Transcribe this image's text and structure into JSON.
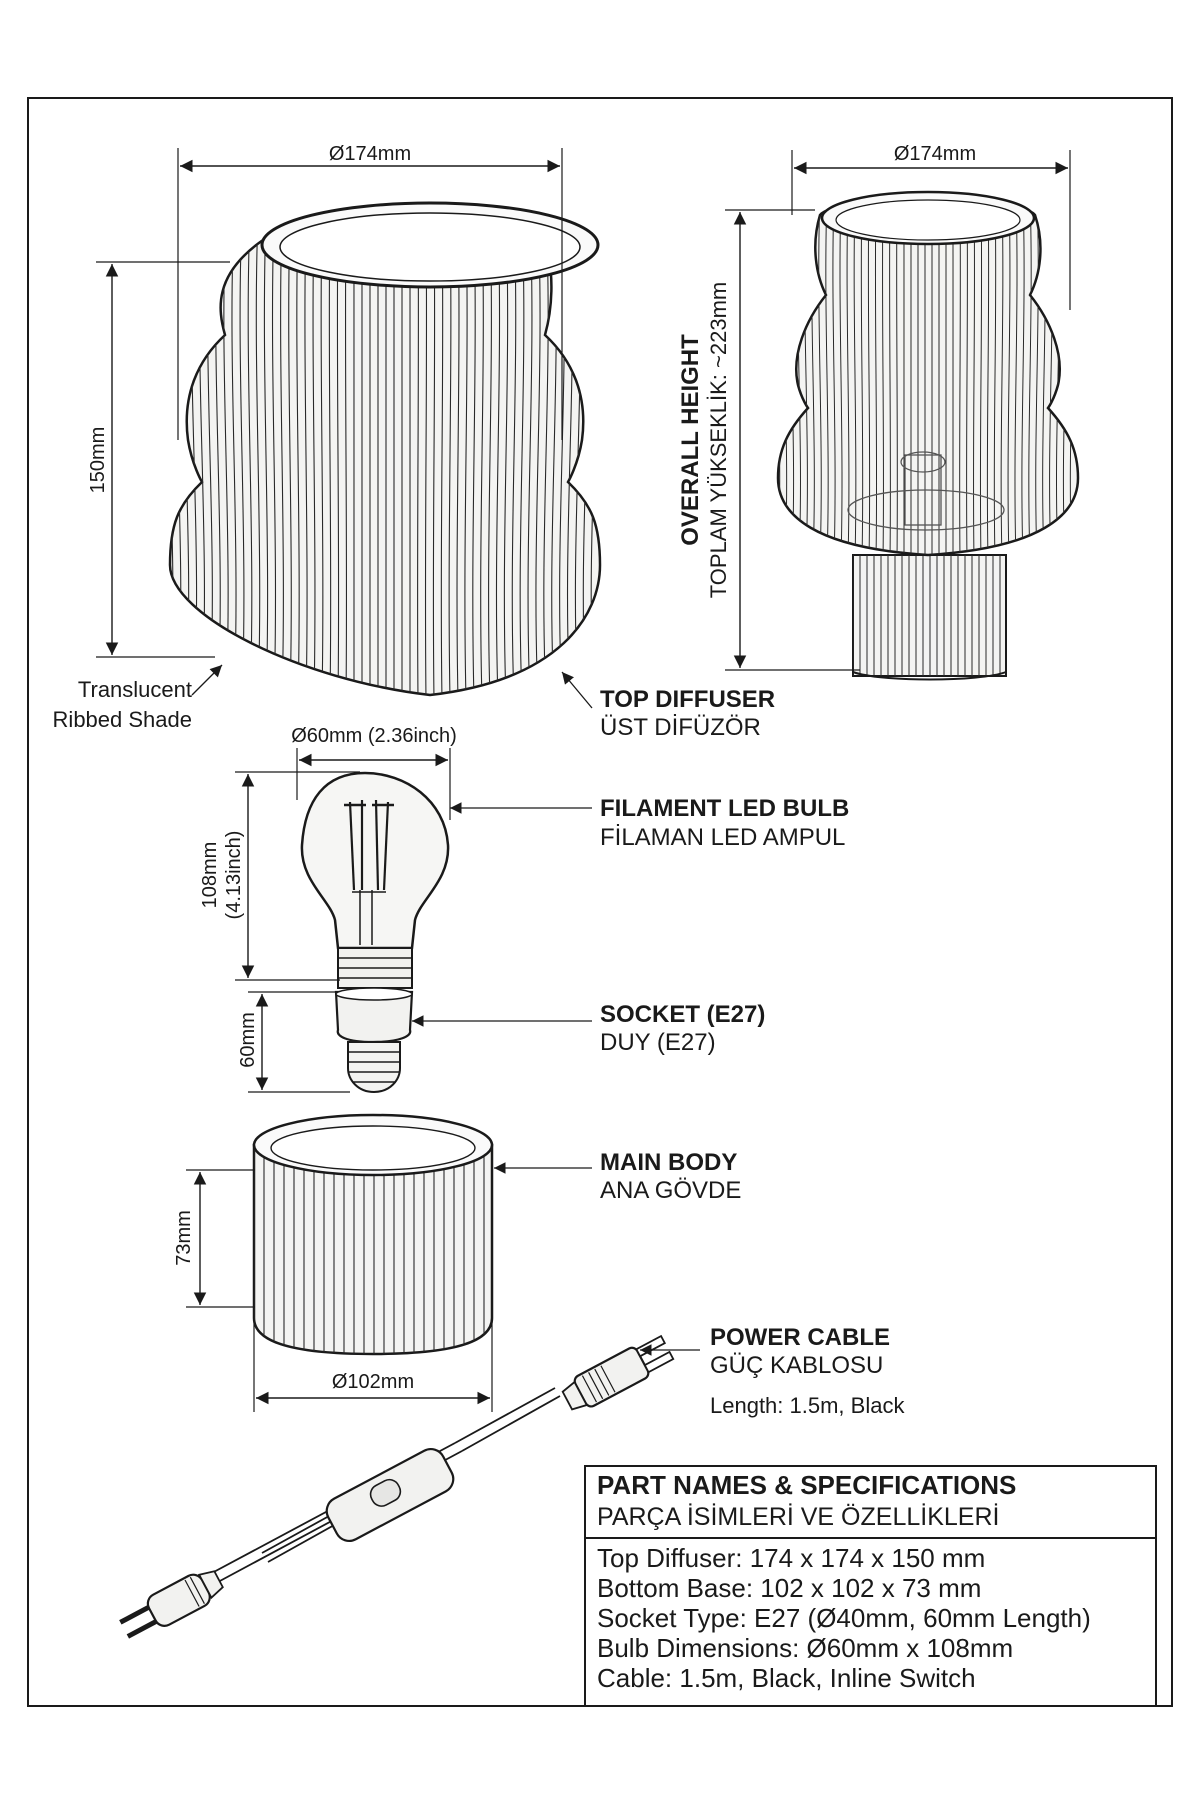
{
  "top_view": {
    "shade_diameter": "Ø174mm",
    "shade_height": "150mm",
    "shade_note_line1": "Translucent",
    "shade_note_line2": "Ribbed Shade"
  },
  "assembled_view": {
    "diameter": "Ø174mm",
    "height_title": "OVERALL HEIGHT",
    "height_value": "TOPLAM YÜKSEKLİK: ~223mm"
  },
  "bulb": {
    "diameter": "Ø60mm (2.36inch)",
    "height_mm": "108mm",
    "height_in": "(4.13inch)"
  },
  "socket": {
    "height": "60mm"
  },
  "base": {
    "height": "73mm",
    "diameter": "Ø102mm"
  },
  "callouts": {
    "top_diffuser": {
      "en": "TOP DIFFUSER",
      "tr": "ÜST DİFÜZÖR"
    },
    "bulb": {
      "en": "FILAMENT LED BULB",
      "tr": "FİLAMAN LED AMPUL"
    },
    "socket": {
      "en": "SOCKET (E27)",
      "tr": "DUY (E27)"
    },
    "main_body": {
      "en": "MAIN BODY",
      "tr": "ANA GÖVDE"
    },
    "power_cable": {
      "en": "POWER CABLE",
      "tr": "GÜÇ KABLOSU",
      "note": "Length: 1.5m, Black"
    }
  },
  "specs": {
    "title_en": "PART NAMES & SPECIFICATIONS",
    "title_tr": "PARÇA İSİMLERİ VE ÖZELLİKLERİ",
    "rows": [
      "Top Diffuser: 174 x 174 x 150 mm",
      "Bottom Base: 102 x 102 x 73 mm",
      "Socket Type: E27 (Ø40mm, 60mm Length)",
      "Bulb Dimensions: Ø60mm x 108mm",
      "Cable: 1.5m, Black, Inline Switch"
    ]
  }
}
